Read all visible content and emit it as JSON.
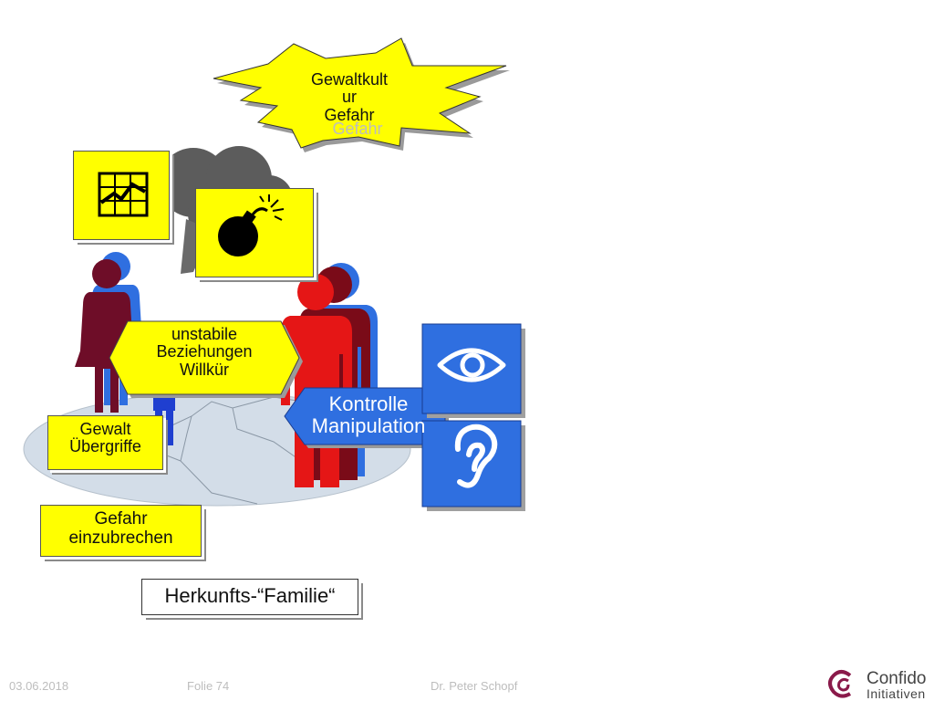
{
  "burst": {
    "line1": "Gewaltkult",
    "line2": "ur",
    "line3": "Gefahr",
    "ghost": "Gefahr"
  },
  "hexagon": {
    "line1": "unstabile",
    "line2": "Beziehungen",
    "line3": "Willkür"
  },
  "gewalt": {
    "line1": "Gewalt",
    "line2": "Übergriffe"
  },
  "kontrolle": {
    "line1": "Kontrolle",
    "line2": "Manipulation"
  },
  "gefahr_box": {
    "line1": "Gefahr",
    "line2": "einzubrechen"
  },
  "herkunft": {
    "label": "Herkunfts-“Familie“"
  },
  "footer": {
    "date": "03.06.2018",
    "slide": "Folie 74",
    "author": "Dr. Peter Schopf"
  },
  "logo": {
    "line1": "Confido",
    "line2": "Initiativen"
  },
  "icons": [
    "chart-icon",
    "bomb-icon",
    "eye-icon",
    "ear-icon",
    "storm-cloud-icon",
    "family-figures"
  ],
  "colors": {
    "yellow": "#ffff00",
    "blue": "#2f6fe0",
    "red": "#e51616",
    "maroon": "#6e0d28",
    "cloud": "#5a5a5a",
    "logo": "#8a1a4a"
  }
}
